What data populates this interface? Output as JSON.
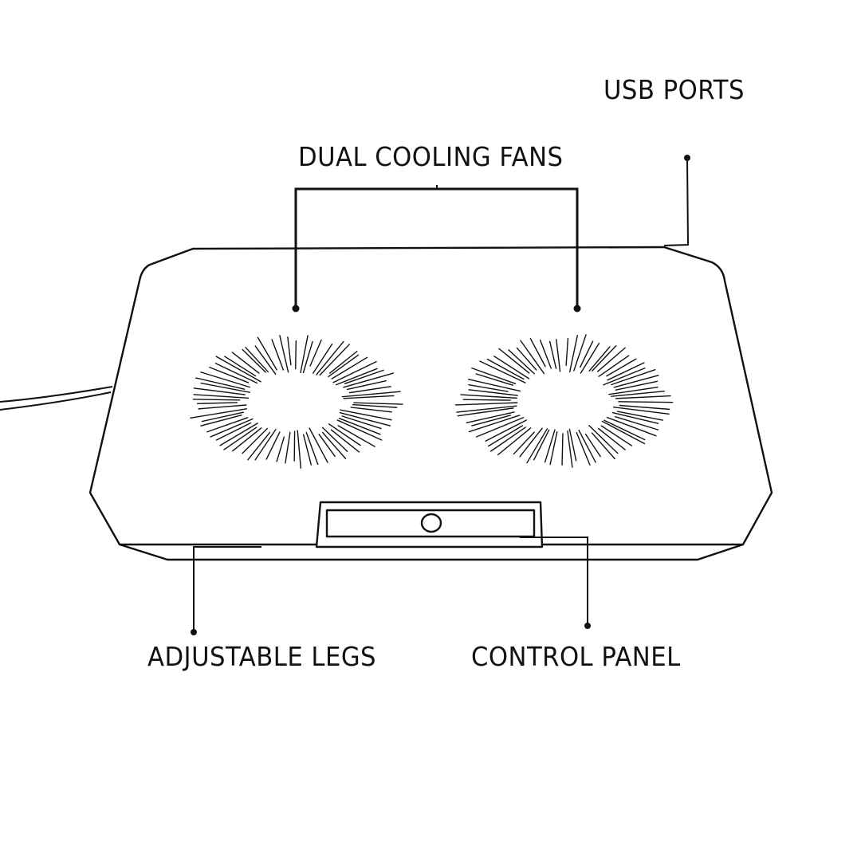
{
  "title": "Laptop Cooling Pad Diagram",
  "callouts": {
    "usb_ports": "USB PORTS",
    "dual_cooling_fans": "DUAL COOLING FANS",
    "adjustable_legs": "ADJUSTABLE LEGS",
    "control_panel": "CONTROL PANEL"
  },
  "colors": {
    "line": "#111111",
    "background": "#ffffff"
  }
}
